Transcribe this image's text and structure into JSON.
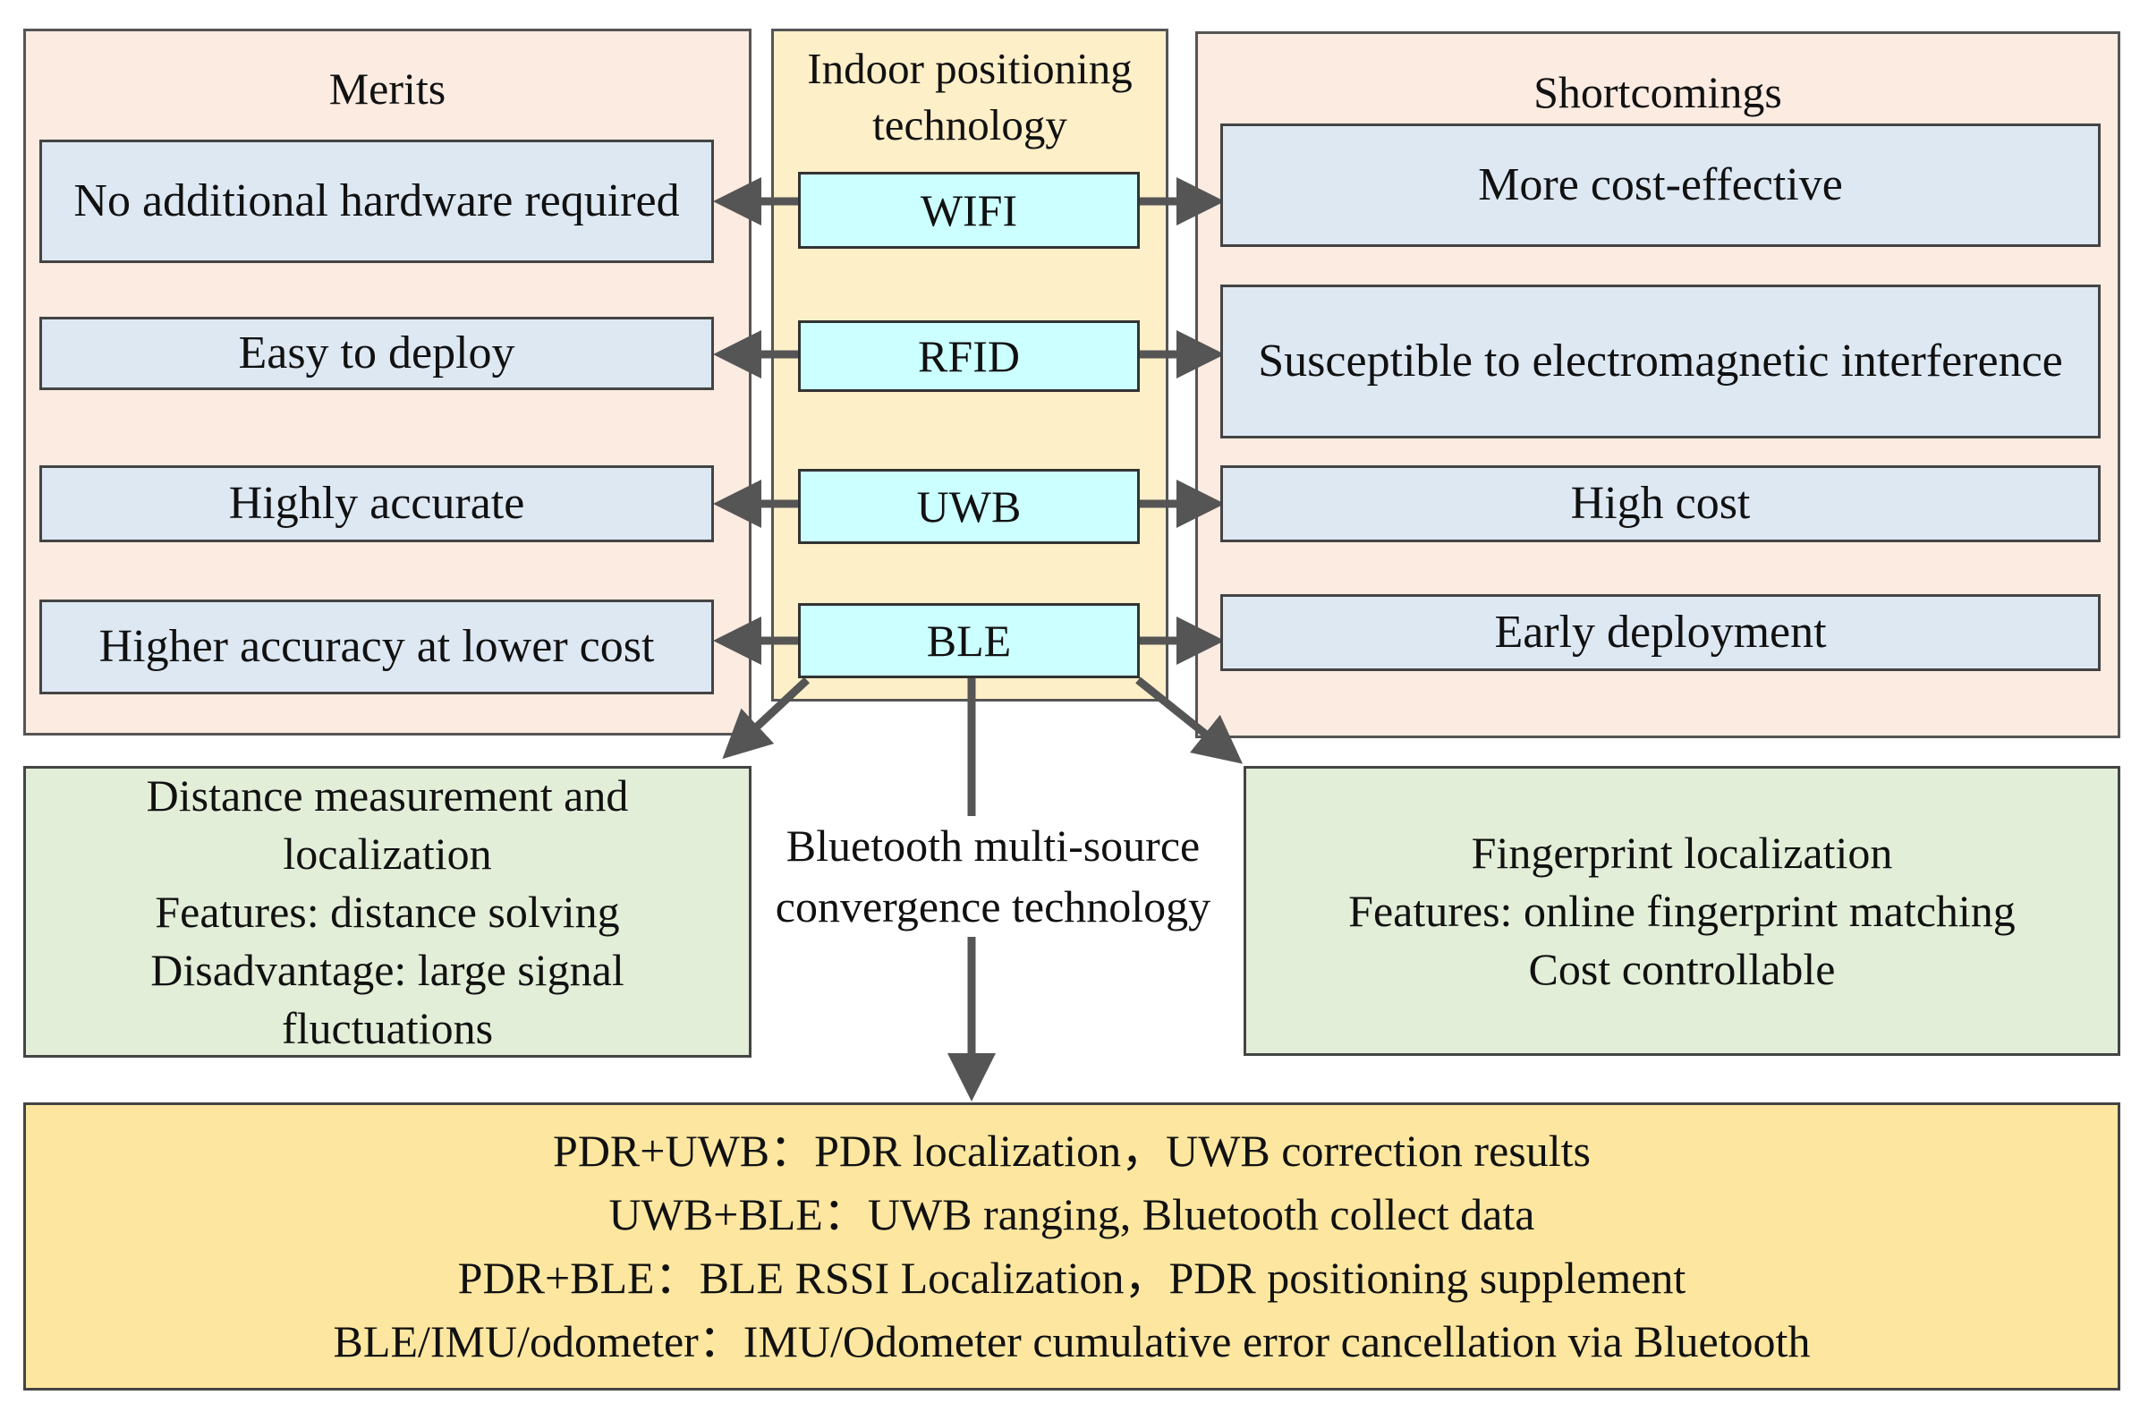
{
  "merits": {
    "title": "Merits",
    "items": [
      "No additional hardware required",
      "Easy to deploy",
      "Highly accurate",
      "Higher accuracy at lower cost"
    ]
  },
  "center": {
    "title": "Indoor positioning technology",
    "techs": [
      "WIFI",
      "RFID",
      "UWB",
      "BLE"
    ]
  },
  "shortcomings": {
    "title": "Shortcomings",
    "items": [
      "More cost-effective",
      "Susceptible to electromagnetic interference",
      "High cost",
      "Early deployment"
    ]
  },
  "ble_branches": {
    "left": {
      "line1": "Distance measurement and",
      "line2": "localization",
      "line3": "Features: distance solving",
      "line4": "Disadvantage: large signal",
      "line5": "fluctuations"
    },
    "middle": {
      "line1": "Bluetooth multi-source",
      "line2": "convergence technology"
    },
    "right": {
      "line1": "Fingerprint localization",
      "line2": "Features: online fingerprint matching",
      "line3": "Cost controllable"
    }
  },
  "fusion": [
    "PDR+UWB：PDR localization，UWB correction results",
    "UWB+BLE：UWB ranging, Bluetooth collect data",
    "PDR+BLE：BLE RSSI Localization，PDR positioning supplement",
    "BLE/IMU/odometer：IMU/Odometer cumulative error cancellation via Bluetooth"
  ],
  "colors": {
    "panel_fill": "#fcebe1",
    "center_fill": "#fdefc8",
    "item_fill": "#dde8f3",
    "tech_fill": "#ccffff",
    "branch_fill": "#e3eed8",
    "fusion_fill": "#fde7a0",
    "arrow": "#555555"
  }
}
